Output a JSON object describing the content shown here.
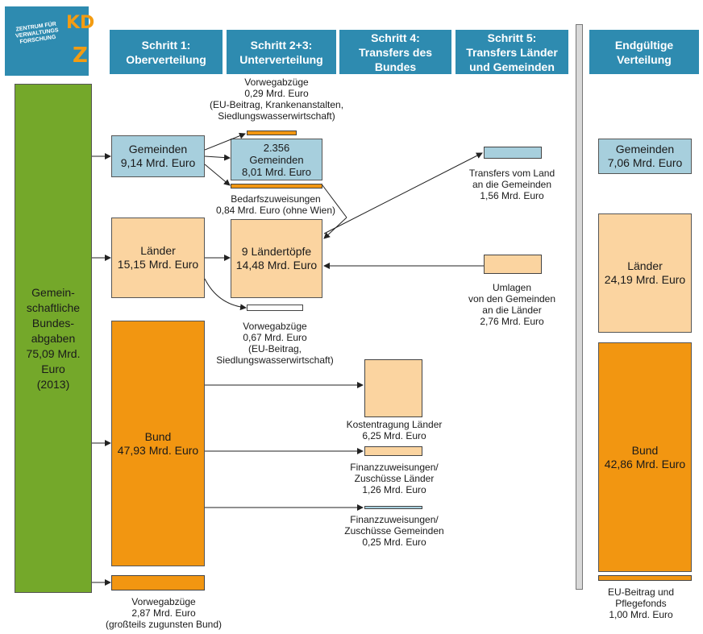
{
  "logo": {
    "text": "ZENTRUM FÜR\nVERWALTUNGS\nFORSCHUNG",
    "mark_top": "KD",
    "mark_bottom": "Z"
  },
  "header": {
    "step1": "Schritt 1:\nOberverteilung",
    "step23": "Schritt 2+3:\nUnterverteilung",
    "step4": "Schritt 4:\nTransfers des\nBundes",
    "step5": "Schritt 5:\nTransfers Länder\nund Gemeinden",
    "final": "Endgültige\nVerteilung"
  },
  "total": "Gemein-\nschaftliche\nBundes-\nabgaben\n75,09 Mrd.\nEuro\n(2013)",
  "step1": {
    "gemeinden": "Gemeinden\n9,14 Mrd. Euro",
    "laender": "Länder\n15,15 Mrd. Euro",
    "bund": "Bund\n47,93 Mrd. Euro",
    "vorweg": "Vorwegabzüge\n2,87 Mrd. Euro\n(großteils zugunsten Bund)"
  },
  "step23": {
    "vorweg_gem": "Vorwegabzüge\n0,29 Mrd. Euro\n(EU-Beitrag, Krankenanstalten,\nSiedlungswasserwirtschaft)",
    "gemeinden": "2.356\nGemeinden\n8,01 Mrd. Euro",
    "bedarf": "Bedarfszuweisungen\n0,84 Mrd. Euro (ohne Wien)",
    "laendertoepfe": "9 Ländertöpfe\n14,48 Mrd. Euro",
    "vorweg_land": "Vorwegabzüge\n0,67 Mrd. Euro\n(EU-Beitrag,\nSiedlungswasserwirtschaft)"
  },
  "step4": {
    "kosten": "Kostentragung Länder\n6,25 Mrd. Euro",
    "zusch_laender": "Finanzzuweisungen/\nZuschüsse Länder\n1,26 Mrd. Euro",
    "zusch_gem": "Finanzzuweisungen/\nZuschüsse Gemeinden\n0,25 Mrd. Euro"
  },
  "step5": {
    "transfers_land": "Transfers vom Land\nan die Gemeinden\n1,56 Mrd. Euro",
    "umlagen": "Umlagen\nvon den Gemeinden\nan die Länder\n2,76 Mrd. Euro"
  },
  "final": {
    "gemeinden": "Gemeinden\n7,06 Mrd. Euro",
    "laender": "Länder\n24,19 Mrd. Euro",
    "bund": "Bund\n42,86 Mrd. Euro",
    "eu": "EU-Beitrag und\nPflegefonds\n1,00 Mrd. Euro"
  },
  "colors": {
    "header": "#2e8bb0",
    "gemeinden": "#a7cfdd",
    "laender": "#fbd4a0",
    "bund": "#f29611",
    "total": "#74a82a"
  }
}
